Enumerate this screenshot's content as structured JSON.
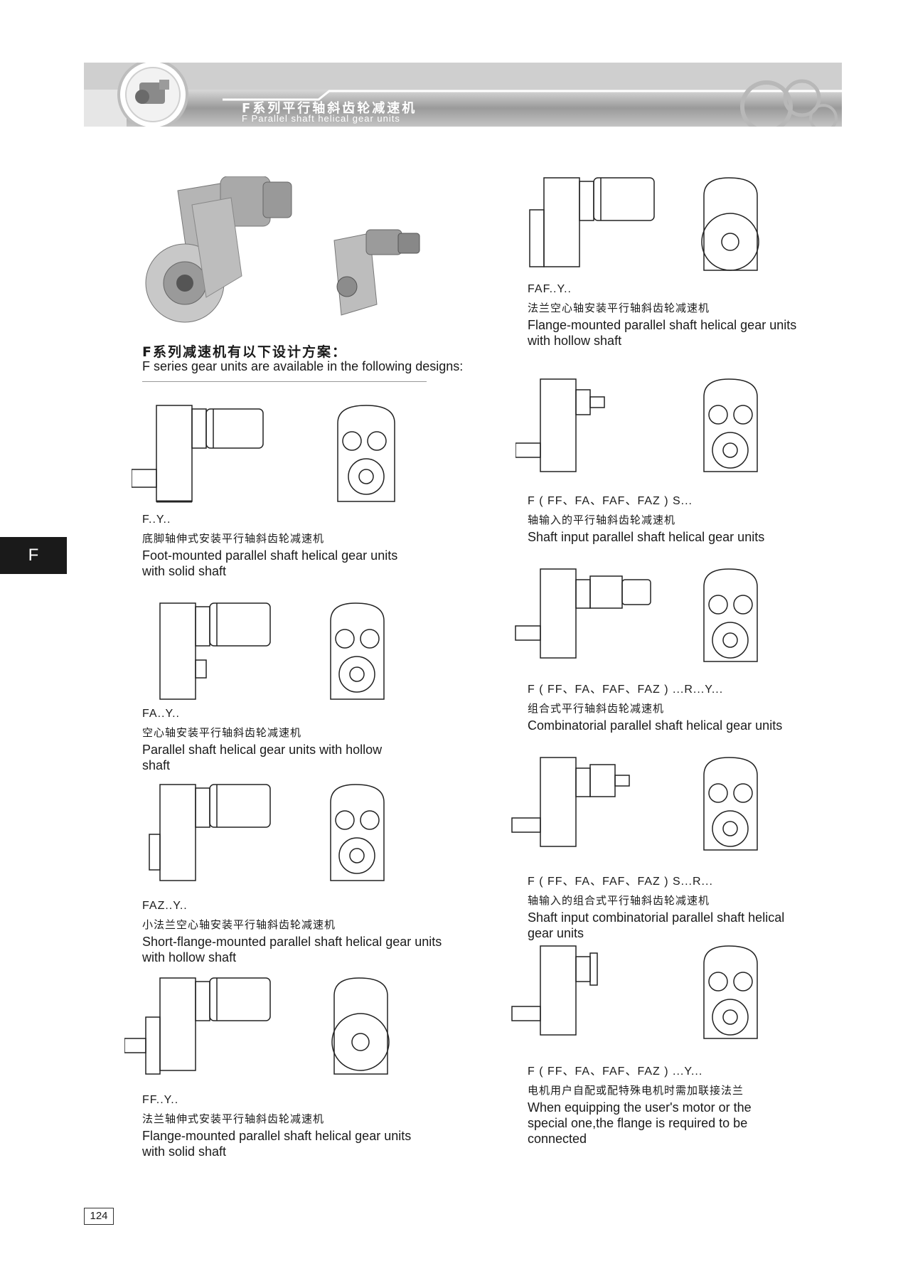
{
  "header": {
    "title_zh": "F系列平行轴斜齿轮减速机",
    "title_en": "F Parallel shaft helical gear units"
  },
  "intro": {
    "zh": "F系列减速机有以下设计方案：",
    "en": "F series gear units are available in the following designs:"
  },
  "side_tab": "F",
  "left_items": [
    {
      "code": "F..Y..",
      "zh": "底脚轴伸式安装平行轴斜齿轮减速机",
      "en": "Foot-mounted parallel shaft helical gear units with solid shaft"
    },
    {
      "code": "FA..Y..",
      "zh": "空心轴安装平行轴斜齿轮减速机",
      "en": "Parallel shaft helical gear units with hollow shaft"
    },
    {
      "code": "FAZ..Y..",
      "zh": "小法兰空心轴安装平行轴斜齿轮减速机",
      "en": "Short-flange-mounted parallel shaft helical gear units with hollow shaft"
    },
    {
      "code": "FF..Y..",
      "zh": "法兰轴伸式安装平行轴斜齿轮减速机",
      "en": "Flange-mounted parallel shaft helical gear units with solid shaft"
    }
  ],
  "right_items": [
    {
      "code": "FAF..Y..",
      "zh": "法兰空心轴安装平行轴斜齿轮减速机",
      "en": "Flange-mounted parallel shaft helical gear units with hollow shaft"
    },
    {
      "code": "F ( FF、FA、FAF、FAZ ) S...",
      "zh": "轴输入的平行轴斜齿轮减速机",
      "en": "Shaft input parallel shaft helical gear units"
    },
    {
      "code": "F ( FF、FA、FAF、FAZ ) ...R...Y...",
      "zh": "组合式平行轴斜齿轮减速机",
      "en": "Combinatorial parallel shaft helical gear units"
    },
    {
      "code": "F ( FF、FA、FAF、FAZ ) S...R...",
      "zh": "轴输入的组合式平行轴斜齿轮减速机",
      "en": "Shaft input combinatorial parallel shaft helical gear units"
    },
    {
      "code": "F ( FF、FA、FAF、FAZ ) ...Y...",
      "zh": "电机用户自配或配特殊电机时需加联接法兰",
      "en": "When equipping the user's motor or the special one,the flange is required to be connected"
    }
  ],
  "page_number": "124"
}
